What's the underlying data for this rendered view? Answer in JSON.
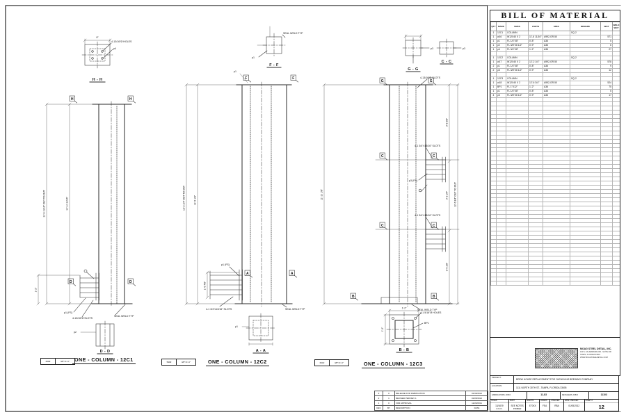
{
  "bom": {
    "title": "BILL  OF  MATERIAL",
    "headers": [
      "QTY",
      "MARK",
      "SIZES",
      "LNGTH",
      "SPEC",
      "REMARK",
      "WGT",
      "WELD WGT"
    ],
    "rows": [
      [
        "1",
        "12C1",
        "COLUMN",
        "",
        "",
        "SQ-2",
        "",
        ""
      ],
      [
        "1",
        "w16",
        "W12X40 X 2",
        "11'-6 11/16\"",
        "A992-GR.50",
        "",
        "571",
        ""
      ],
      [
        "1",
        "p1",
        "FL 1/4\"X8\"",
        "0'-8\"",
        "A36",
        "",
        "5",
        ""
      ],
      [
        "1",
        "p2",
        "FL 3/8\"X8 1/2\"",
        "0'-9\"",
        "A36",
        "",
        "6",
        ""
      ],
      [
        "1",
        "p4",
        "FL 3/4\"X8\"",
        "1'-2\"",
        "A36",
        "",
        "27",
        ""
      ],
      [
        "",
        "",
        "",
        "",
        "",
        "",
        "",
        ""
      ],
      [
        "1",
        "12C2",
        "COLUMN",
        "",
        "",
        "SQ-2",
        "",
        ""
      ],
      [
        "1",
        "w17",
        "W12X40 X 2",
        "12'-2 1/4\"",
        "A992-GR.50",
        "",
        "578",
        ""
      ],
      [
        "2",
        "p1",
        "FL 1/4\"X8\"",
        "0'-8\"",
        "A36",
        "",
        "9",
        ""
      ],
      [
        "2",
        "p3",
        "FL 3/8\"X8 1/2\"",
        "0'-9\"",
        "A36",
        "",
        "12",
        ""
      ],
      [
        "",
        "",
        "",
        "",
        "",
        "",
        "",
        ""
      ],
      [
        "1",
        "12C3",
        "COLUMN",
        "",
        "",
        "SQ-2",
        "",
        ""
      ],
      [
        "1",
        "w18",
        "W12X40 X 2",
        "12'-6 3/4\"",
        "A992-GR.50",
        "",
        "524",
        ""
      ],
      [
        "1",
        "BP1",
        "FL 1\"X12\"",
        "1'-2\"",
        "A36",
        "",
        "75",
        ""
      ],
      [
        "1",
        "p1",
        "FL 1/4\"X8\"",
        "0'-8\"",
        "A36",
        "",
        "5",
        ""
      ],
      [
        "4",
        "p3",
        "FL 3/8\"X8 1/2\"",
        "0'-9\"",
        "A36",
        "",
        "17",
        ""
      ]
    ],
    "empty_rows": 45
  },
  "titleblock": {
    "company_name": "MOAG STEEL DETAIL, INC.",
    "company_lines": [
      "100 S. FALKENBURG RD., SUITE 200",
      "TAMPA, FLORIDA 33619",
      "WWW.MOAGSTEELDETAIL.COM"
    ],
    "project_label": "PROJECT:",
    "project_value": "BREW HOUSE REPLACEMENT FOR YUENGLING BREWING COMPANY",
    "location_label": "LOCATION:",
    "location_value": "1111 NORTH 30TH ST., TAMPA, FLORIDA 33605",
    "fab_job_label": "FABRICATORS JOB #",
    "fab_job_value": "11-83",
    "det_job_label": "DETAILERS JOB #",
    "det_job_value": "11103",
    "info_cells": [
      {
        "label": "HOLES",
        "value": "13/16\"Ø",
        "value2": "U.N.O."
      },
      {
        "label": "PAINT",
        "value": "SEE NOTES",
        "value2": "PRIMER"
      },
      {
        "label": "ELECTR.",
        "value": "E70XX",
        "value2": ""
      },
      {
        "label": "DRAWN",
        "value": "FEA",
        "value2": ""
      },
      {
        "label": "CHECKED",
        "value": "RBA",
        "value2": ""
      },
      {
        "label": "DATE CHECKED",
        "value": "01/05/2012",
        "value2": ""
      },
      {
        "label": "SHEET #",
        "value": "12",
        "value2": ""
      }
    ]
  },
  "revisions": {
    "rows": [
      [
        "3",
        "0",
        "RELEASE FOR FABRICATION",
        "01/30/2012"
      ],
      [
        "2",
        "1",
        "REVISED PER REV 1",
        "01/05/2012"
      ],
      [
        "1",
        "0",
        "FOR APPROVAL",
        "12/20/2011"
      ],
      [
        "REV",
        "BY",
        "DESCRIPTION",
        "DATE"
      ]
    ]
  },
  "drawing": {
    "sections": {
      "hh": "H - H",
      "ff": "F - F",
      "gg": "G - G",
      "cc": "C - C",
      "aa": "A - A",
      "bb": "B - B",
      "dd": "D - D"
    },
    "flags": {
      "h": "H",
      "f": "F",
      "g": "G",
      "c": "C",
      "a": "A",
      "b": "B",
      "d": "D"
    },
    "callouts": {
      "seal_weld": "SEAL WELD TYP",
      "slots_13": "4-13/16\"Ø SLOTS",
      "slots_134": "4-1 3/4\"x13/16\" SLOTS",
      "holes_hh": "4-13/16\"Ø HOLES",
      "holes_bb": "4-1 5/16\"Ø HOLES",
      "p1": "p1",
      "p2": "p2",
      "p3": "p3",
      "p4": "p4",
      "p1fs": "p1 (FS)",
      "p3fs": "p3 (FS)",
      "bp1": "BP1"
    },
    "dims": {
      "c1_oo": "11'-6 11/16\" OUT TO OUT",
      "c1_in": "10'-10 11/16\"",
      "c1_b": "1'-2\"",
      "c2_oo": "12'-2 1/4\" OUT TO OUT",
      "c2_in": "11'-5 1/4\"",
      "c2_b": "1'-6 7/8\"",
      "c3_oo": "12'-6 3/4\" OUT TO OUT",
      "c3_l": "11'-10 1/8\"",
      "c3_seg1": "3'-8 3/8\"",
      "c3_seg2": "3'-3 1/4\"",
      "c3_seg3": "3'-5 1/8\"",
      "hh_w": "8\"",
      "bb_w": "1'-2\""
    },
    "titles": {
      "c1": "ONE - COLUMN - 12C1",
      "c2": "ONE - COLUMN - 12C2",
      "c3": "ONE - COLUMN - 12C3"
    },
    "scaleboxes": {
      "c1w": "609#",
      "c2w": "599#",
      "c3w": "621#",
      "scale": "3/8\"=1'-0\""
    }
  }
}
